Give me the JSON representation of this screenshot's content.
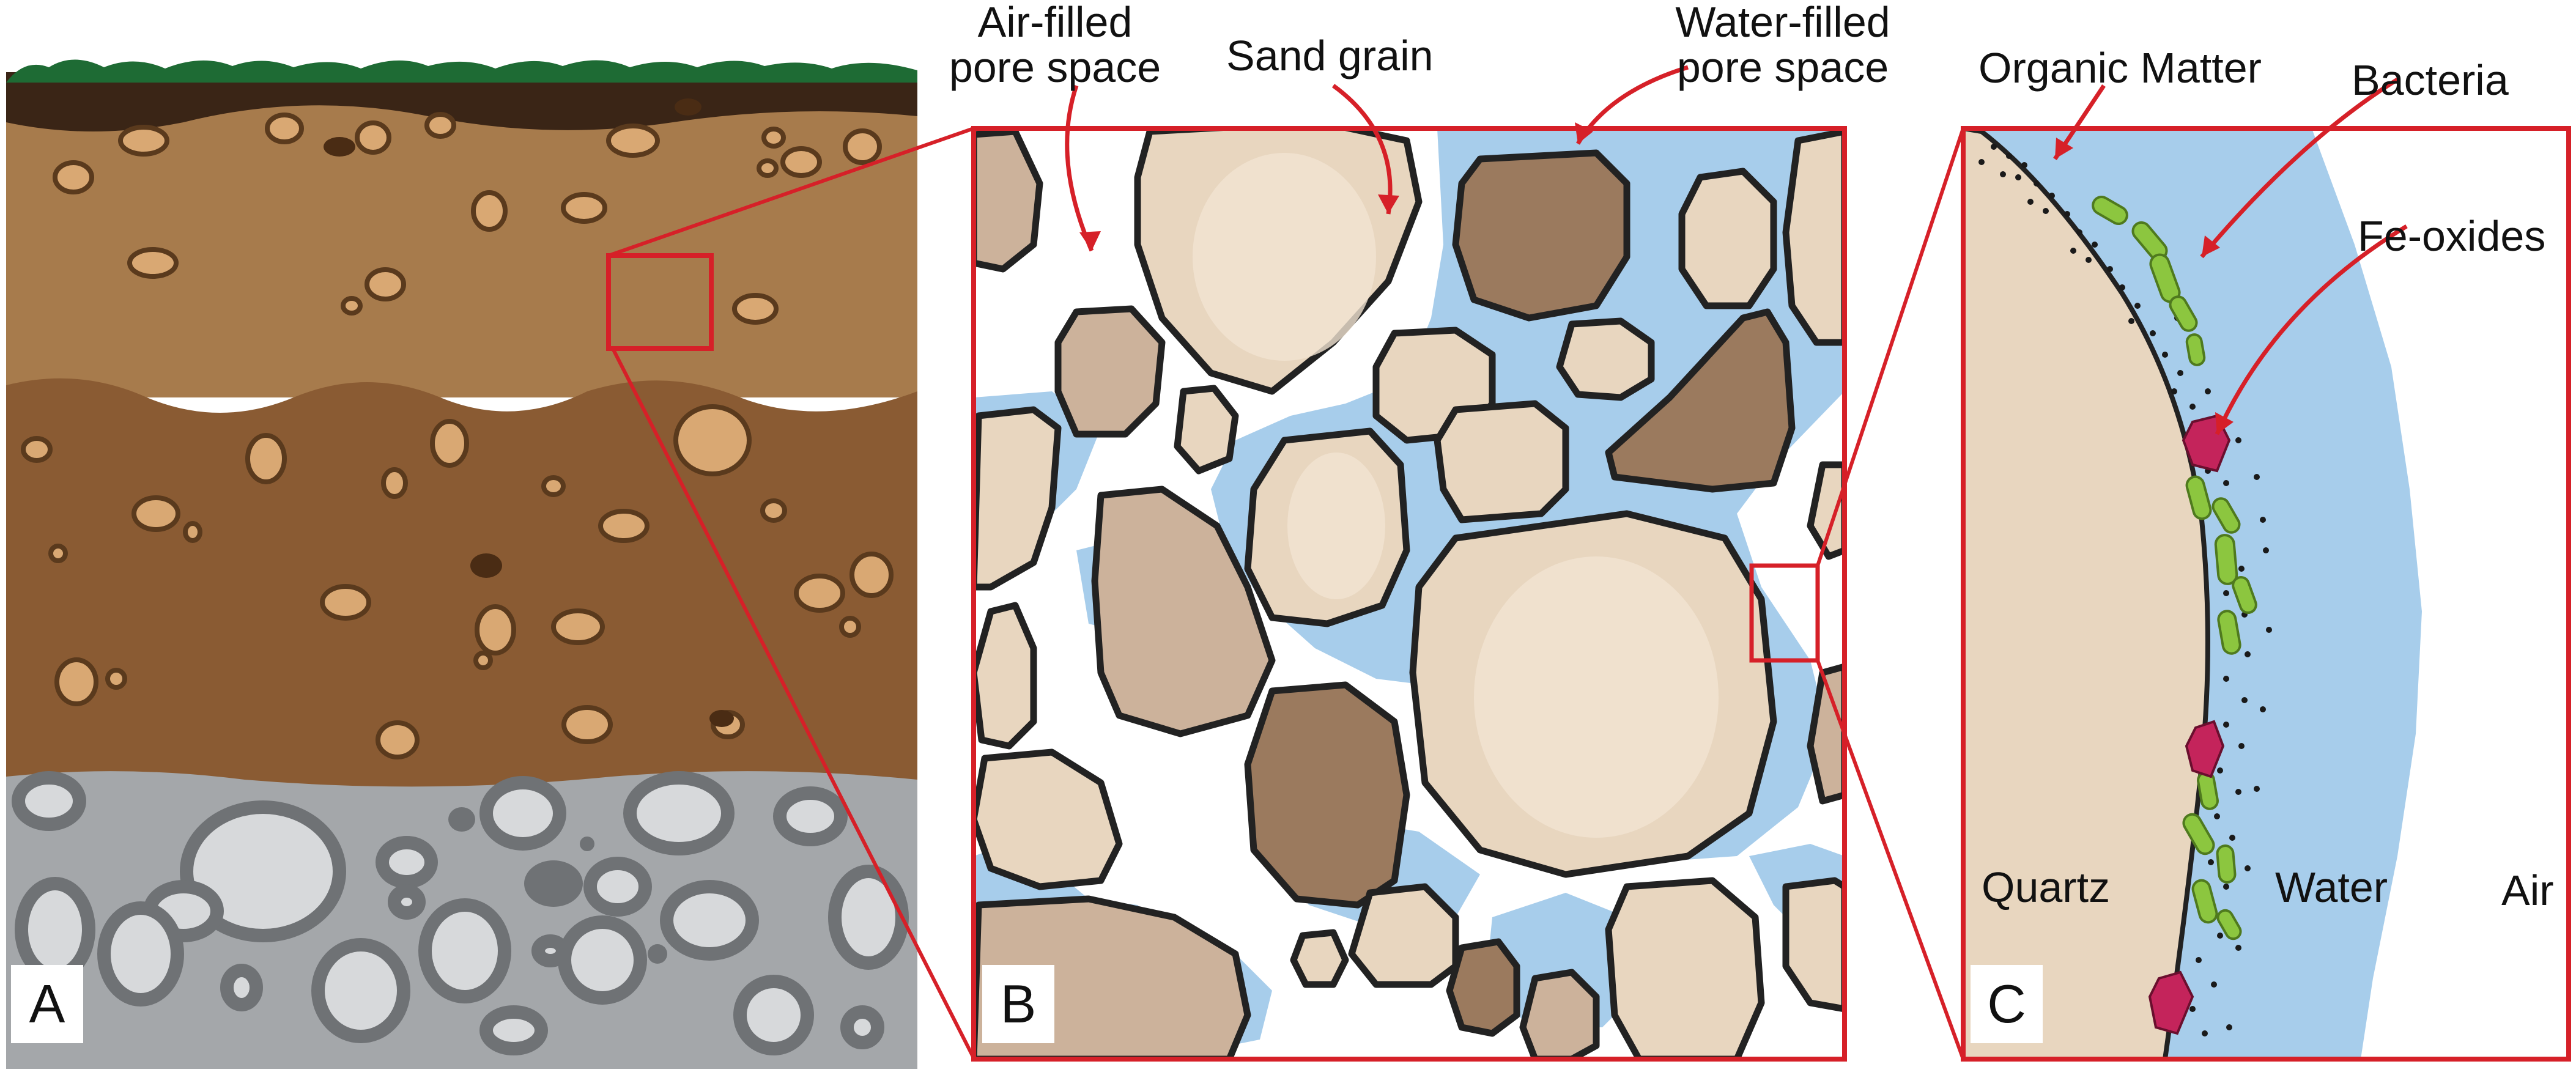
{
  "panels": {
    "a": {
      "letter": "A"
    },
    "b": {
      "letter": "B"
    },
    "c": {
      "letter": "C"
    }
  },
  "labels": {
    "air_filled": "Air-filled\npore space",
    "sand_grain": "Sand grain",
    "water_filled": "Water-filled\npore space",
    "organic_matter": "Organic Matter",
    "bacteria": "Bacteria",
    "fe_oxides": "Fe-oxides",
    "quartz": "Quartz",
    "water": "Water",
    "air": "Air"
  },
  "colors": {
    "grass": "#1e6b34",
    "topsoil": "#3a2516",
    "soil_upper": "#a77b4c",
    "soil_lower": "#8a5b33",
    "gravel_bg": "#a4a7aa",
    "pore_water": "#a7cdeb",
    "grain_light": "#e8d6bf",
    "grain_mid": "#ccb29b",
    "grain_dark": "#9b7a5e",
    "bacteria": "#8cc63f",
    "fe_oxide": "#c4245b",
    "frame_red": "#d62028"
  }
}
